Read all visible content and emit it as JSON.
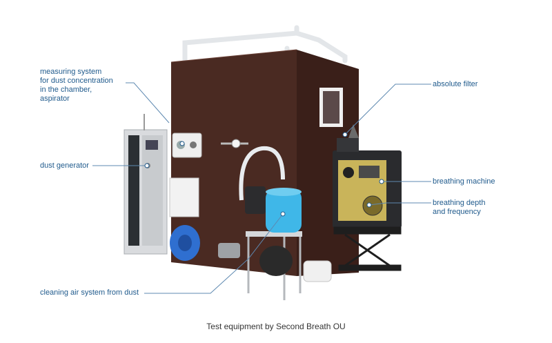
{
  "callouts": {
    "measuring_system": "measuring system\nfor dust concentration\nin the chamber,\naspirator",
    "dust_generator": "dust generator",
    "cleaning_air": "cleaning air system from dust",
    "absolute_filter": "absolute filter",
    "breathing_machine": "breathing machine",
    "breathing_depth": "breathing depth\nand frequency"
  },
  "caption": "Test equipment by Second Breath OU",
  "colors": {
    "callout_text": "#1f5a8c",
    "leader_line": "#5d88b0",
    "chamber": "#4a2a22",
    "pipe": "#e9ecef",
    "drum": "#3fb7e8",
    "fan": "#2f6fd0"
  }
}
